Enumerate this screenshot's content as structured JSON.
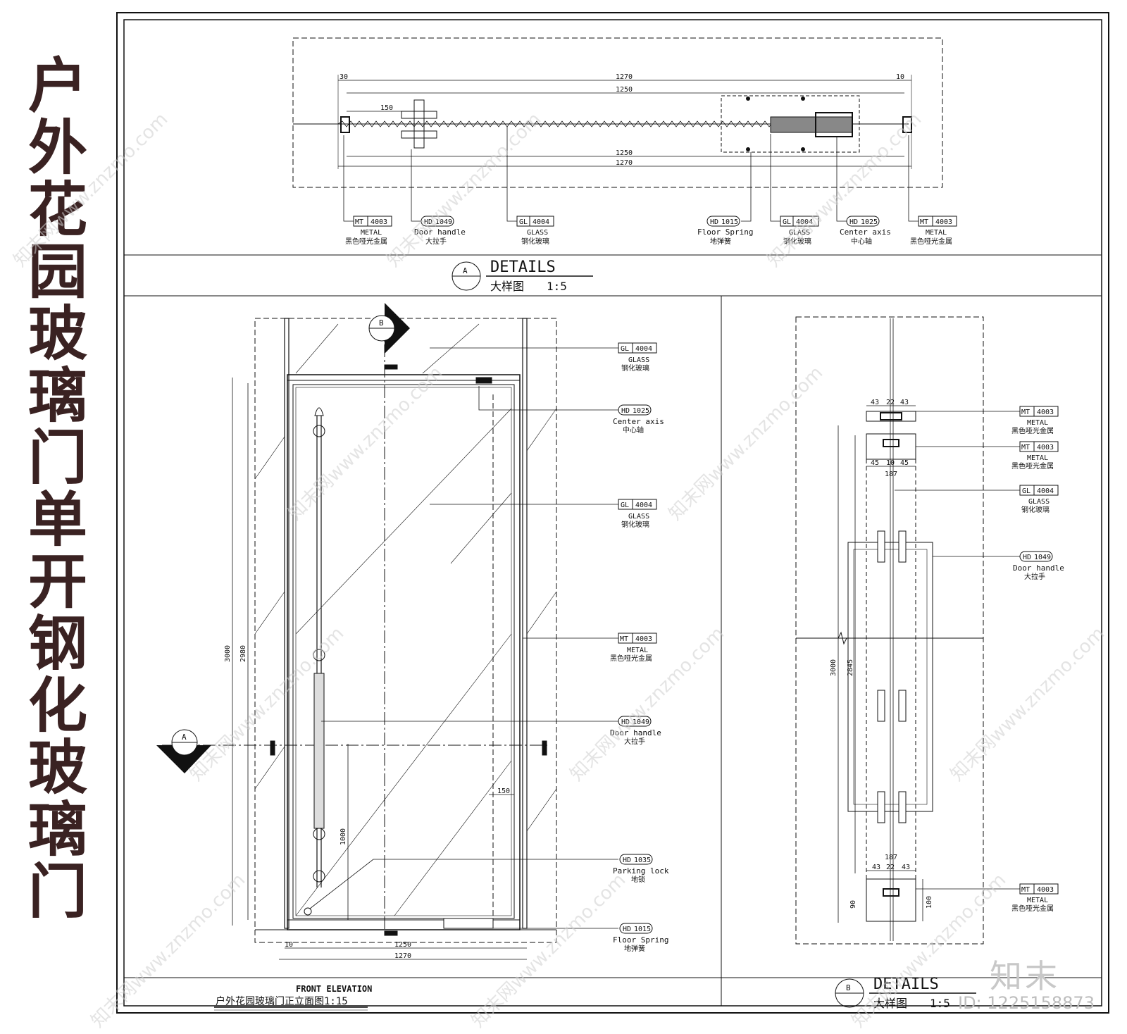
{
  "side_title": "户外花园玻璃门 单开钢化玻璃门",
  "details_a": {
    "marker": "A",
    "title_en": "DETAILS",
    "title_cn": "大样图",
    "scale": "1:5"
  },
  "details_b": {
    "marker": "B",
    "title_en": "DETAILS",
    "title_cn": "大样图",
    "scale": "1:5"
  },
  "front_elevation": {
    "title_en": "FRONT ELEVATION",
    "title_cn": "户外花园玻璃门正立面图1:15"
  },
  "section_markers": {
    "a": "A",
    "b": "B"
  },
  "plan_dims": {
    "d1270": "1270",
    "d1250": "1250",
    "d30": "30",
    "d150": "150",
    "d1270b": "1270",
    "d1250b": "1250",
    "d10": "10"
  },
  "elev_dims": {
    "d3000": "3000",
    "d2980": "2980",
    "d1000": "1000",
    "d150": "150",
    "d1250": "1250",
    "d1270": "1270",
    "d10": "10"
  },
  "detail_b_dims": {
    "d43a": "43",
    "d22a": "22",
    "d43b": "43",
    "d45a": "45",
    "d10": "10",
    "d45b": "45",
    "d187": "187",
    "d3000": "3000",
    "d2845": "2845",
    "d187b": "187",
    "d43c": "43",
    "d22b": "22",
    "d43d": "43",
    "d100": "100",
    "d90": "90"
  },
  "plan_tags": [
    {
      "code_a": "MT",
      "code_b": "4003",
      "en": "METAL",
      "cn": "黑色哑光金属"
    },
    {
      "code_a": "HD",
      "code_b": "1049",
      "en": "Door handle",
      "cn": "大拉手"
    },
    {
      "code_a": "GL",
      "code_b": "4004",
      "en": "GLASS",
      "cn": "钢化玻璃"
    },
    {
      "code_a": "HD",
      "code_b": "1015",
      "en": "Floor Spring",
      "cn": "地弹簧"
    },
    {
      "code_a": "GL",
      "code_b": "4004",
      "en": "GLASS",
      "cn": "钢化玻璃"
    },
    {
      "code_a": "HD",
      "code_b": "1025",
      "en": "Center axis",
      "cn": "中心轴"
    },
    {
      "code_a": "MT",
      "code_b": "4003",
      "en": "METAL",
      "cn": "黑色哑光金属"
    }
  ],
  "elev_tags": [
    {
      "code_a": "GL",
      "code_b": "4004",
      "en": "GLASS",
      "cn": "钢化玻璃"
    },
    {
      "code_a": "HD",
      "code_b": "1025",
      "en": "Center axis",
      "cn": "中心轴"
    },
    {
      "code_a": "GL",
      "code_b": "4004",
      "en": "GLASS",
      "cn": "钢化玻璃"
    },
    {
      "code_a": "MT",
      "code_b": "4003",
      "en": "METAL",
      "cn": "黑色哑光金属"
    },
    {
      "code_a": "HD",
      "code_b": "1049",
      "en": "Door handle",
      "cn": "大拉手"
    },
    {
      "code_a": "HD",
      "code_b": "1035",
      "en": "Parking lock",
      "cn": "地锁"
    },
    {
      "code_a": "HD",
      "code_b": "1015",
      "en": "Floor Spring",
      "cn": "地弹簧"
    }
  ],
  "detail_b_tags": [
    {
      "code_a": "MT",
      "code_b": "4003",
      "en": "METAL",
      "cn": "黑色哑光金属"
    },
    {
      "code_a": "MT",
      "code_b": "4003",
      "en": "METAL",
      "cn": "黑色哑光金属"
    },
    {
      "code_a": "GL",
      "code_b": "4004",
      "en": "GLASS",
      "cn": "钢化玻璃"
    },
    {
      "code_a": "HD",
      "code_b": "1049",
      "en": "Door handle",
      "cn": "大拉手"
    },
    {
      "code_a": "MT",
      "code_b": "4003",
      "en": "METAL",
      "cn": "黑色哑光金属"
    }
  ],
  "watermark": "知末网www.znzmo.com",
  "brand": "知末",
  "id_label": "ID: 1225158873"
}
